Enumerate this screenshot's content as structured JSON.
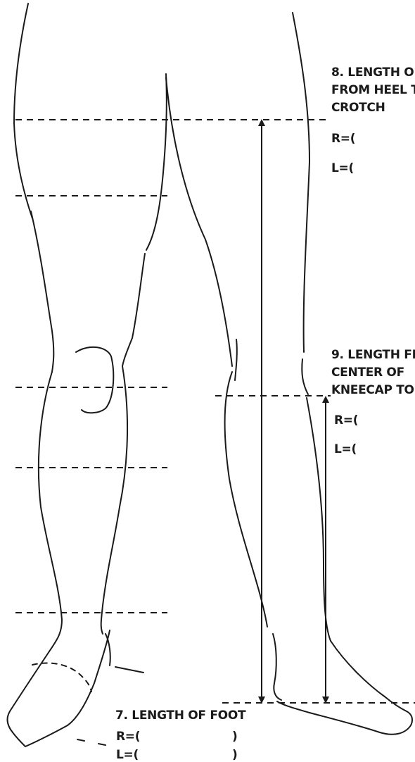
{
  "diagram": {
    "line_color": "#1a1a1a",
    "background": "#ffffff"
  },
  "measurement_8": {
    "title_line1": "8. LENGTH O",
    "title_line2": "FROM HEEL T",
    "title_line3": "CROTCH",
    "right": "R=(",
    "left": "L=("
  },
  "measurement_9": {
    "title_line1": "9. LENGTH FI",
    "title_line2": "CENTER OF",
    "title_line3": "KNEECAP TO",
    "right": "R=(",
    "left": "L=("
  },
  "measurement_7": {
    "title": "7. LENGTH OF FOOT",
    "right": "R=(",
    "right_close": ")",
    "left": "L=(",
    "left_close": ")"
  }
}
